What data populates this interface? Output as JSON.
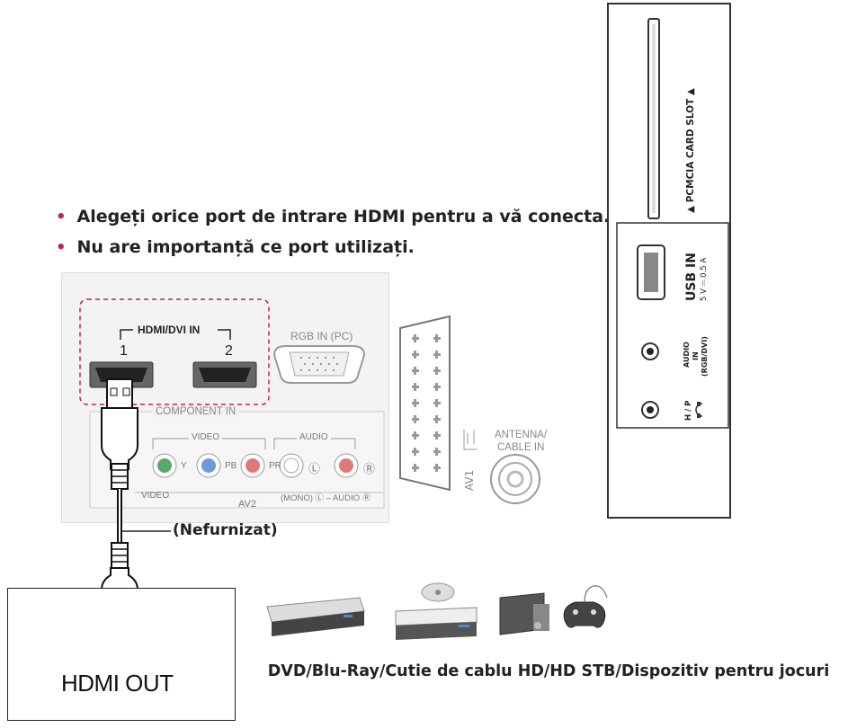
{
  "bullets": [
    "Alegeți orice port de intrare HDMI pentru a vă conecta.",
    "Nu are importanță ce port utilizați."
  ],
  "side_panel": {
    "pcmcia_label": "▲ PCMCIA CARD SLOT ▲",
    "usb_label": "USB IN",
    "usb_spec": "5 V ⎓ 0.5 A",
    "audio_label_1": "AUDIO",
    "audio_label_2": "IN",
    "audio_label_3": "(RGB/DVI)",
    "hp_label": "H / P"
  },
  "rear_panel": {
    "hdmi_group_label": "HDMI/DVI IN",
    "hdmi_port_1": "1",
    "hdmi_port_2": "2",
    "rgb_label": "RGB IN (PC)",
    "component_label": "COMPONENT IN",
    "video_group": "VIDEO",
    "audio_group": "AUDIO",
    "y_label": "Y",
    "pb_label": "PB",
    "pr_label": "PR",
    "l_label": "Ⓛ",
    "r_label": "Ⓡ",
    "video_bottom": "VIDEO",
    "av2": "AV2",
    "mono_audio": "(MONO) Ⓛ – AUDIO  Ⓡ",
    "av1": "AV1",
    "antenna": "ANTENNA/",
    "cable_in": "CABLE IN"
  },
  "cable_note": "(Nefurnizat)",
  "source_device": {
    "port_label": "HDMI OUT"
  },
  "caption": "DVD/Blu-Ray/Cutie de cablu HD/HD STB/Dispozitiv pentru jocuri",
  "colors": {
    "accent": "#c0245a",
    "y": "#5aa86a",
    "pb": "#6e9ad8",
    "pr": "#e07a7a",
    "audio_r": "#e07a7a"
  }
}
